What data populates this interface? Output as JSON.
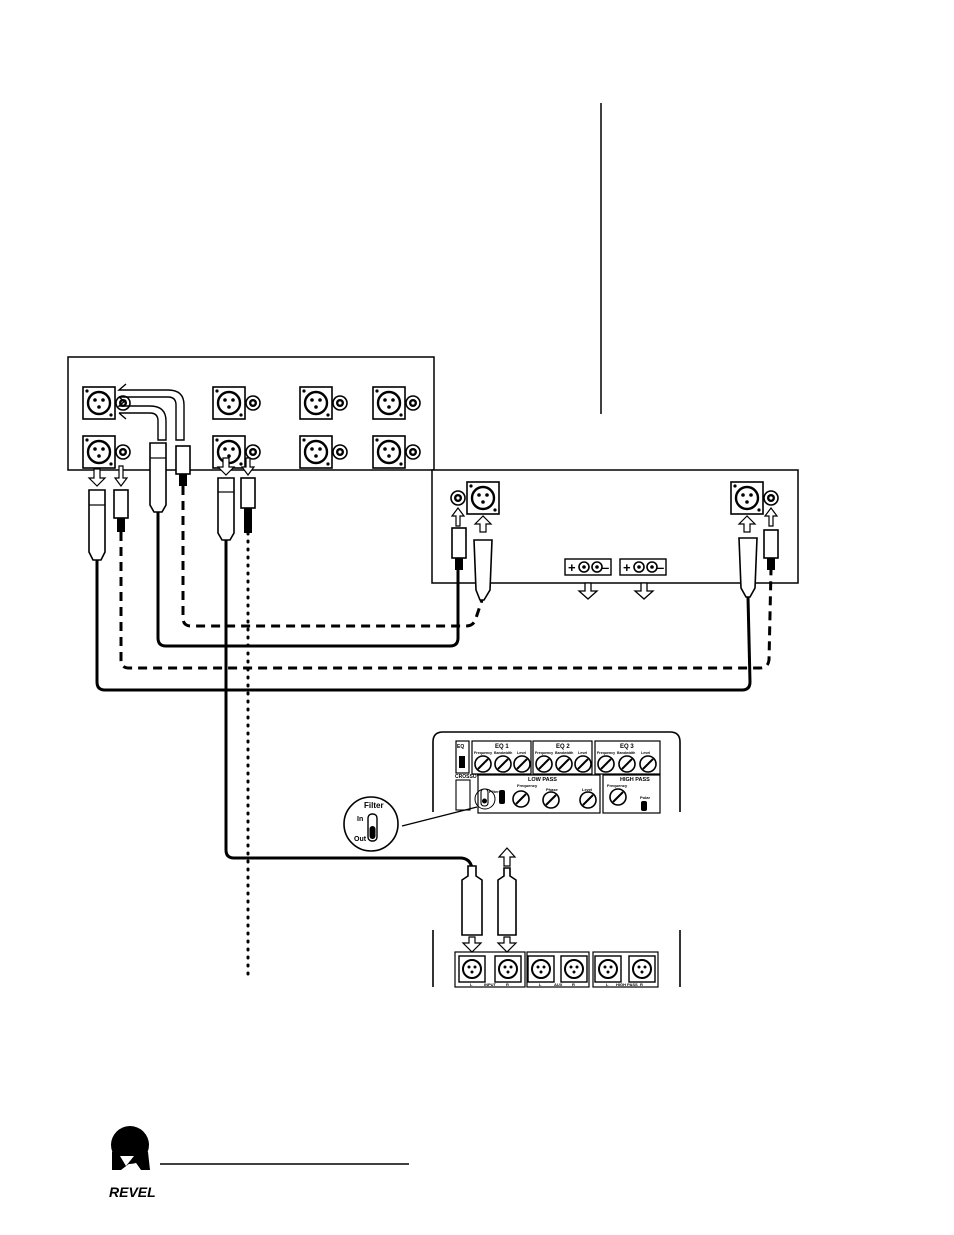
{
  "sub_panel": {
    "eq_labels": [
      "EQ 1",
      "EQ 2",
      "EQ 3"
    ],
    "eq_knob_labels": [
      "Frequency",
      "Bandwidth",
      "Level"
    ],
    "low_pass_label": "LOW PASS",
    "high_pass_label": "HIGH PASS",
    "crossover_label": "CROSSOVER",
    "frequency_label": "Frequency",
    "phase_label": "Phase",
    "level_label": "Level",
    "polarity_label": "Polar",
    "filter_label": "Filter",
    "eq_on_label": "EQ",
    "input_label": "INPUT",
    "aux_label": "AUX",
    "high_pass_out_label": "HIGH PASS",
    "channel_left": "L",
    "channel_right": "R"
  },
  "filter_callout": {
    "title": "Filter",
    "in_label": "In",
    "out_label": "Out"
  },
  "amplifier": {
    "terminal_sign_plus": "+",
    "terminal_sign_minus": "–"
  },
  "logo": {
    "brand": "REVEL"
  }
}
